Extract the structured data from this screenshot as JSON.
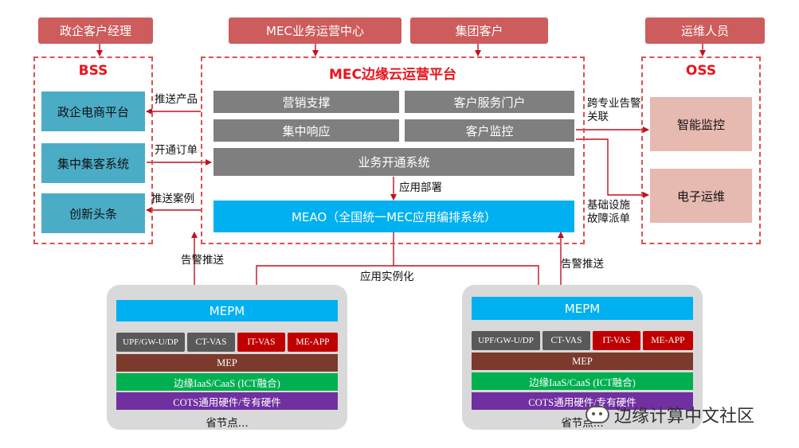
{
  "roles": {
    "gov_manager": "政企客户经理",
    "mec_center": "MEC业务运营中心",
    "group_customer": "集团客户",
    "ops_staff": "运维人员"
  },
  "bss": {
    "title": "BSS",
    "items": [
      "政企电商平台",
      "集中集客系统",
      "创新头条"
    ]
  },
  "platform": {
    "title": "MEC边缘云运营平台",
    "marketing": "营销支撑",
    "portal": "客户服务门户",
    "response": "集中响应",
    "monitor": "客户监控",
    "provisioning": "业务开通系统",
    "meao": "MEAO（全国统一MEC应用编排系统）"
  },
  "oss": {
    "title": "OSS",
    "items": [
      "智能监控",
      "电子运维"
    ]
  },
  "labels": {
    "push_product": "推送产品",
    "open_order": "开通订单",
    "push_case": "推送案例",
    "cross_alarm_line1": "跨专业告警",
    "cross_alarm_line2": "关联",
    "infra_fault_line1": "基础设施",
    "infra_fault_line2": "故障派单",
    "app_deploy": "应用部署",
    "alarm_push_left": "告警推送",
    "alarm_push_right": "告警推送",
    "app_instantiate": "应用实例化"
  },
  "nodes": [
    {
      "mepm": "MEPM",
      "chips": [
        "UPF/GW-U/DP",
        "CT-VAS",
        "IT-VAS",
        "ME-APP"
      ],
      "mep": "MEP",
      "iaas": "边缘IaaS/CaaS (ICT融合)",
      "cots": "COTS通用硬件/专有硬件",
      "caption": "省节点..."
    },
    {
      "mepm": "MEPM",
      "chips": [
        "UPF/GW-U/DP",
        "CT-VAS",
        "IT-VAS",
        "ME-APP"
      ],
      "mep": "MEP",
      "iaas": "边缘IaaS/CaaS (ICT融合)",
      "cots": "COTS通用硬件/专有硬件",
      "caption": "省节点..."
    }
  ],
  "watermark": "边缘计算中文社区",
  "colors": {
    "role_fill": "#cd5c5c",
    "dash_border": "#d9534f",
    "title_red": "#e8141c",
    "teal": "#4bacc6",
    "pink": "#e6b9b1",
    "gray": "#7f7f7f",
    "meao_blue": "#00b0f0",
    "chip_gray": "#595959",
    "chip_red": "#c00000",
    "mep_brown": "#7b3a2b",
    "iaas_green": "#00b050",
    "cots_purple": "#7030a0",
    "arrow": "#c0111f"
  }
}
